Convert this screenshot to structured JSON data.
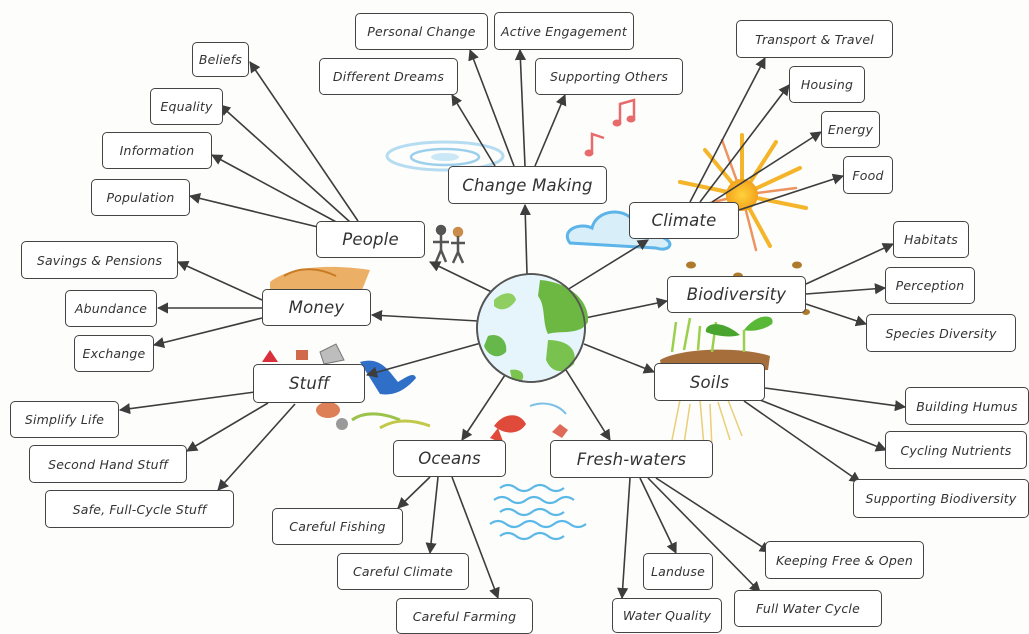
{
  "hub": {
    "label": "globe"
  },
  "branches": [
    {
      "key": "people",
      "label": "People",
      "children": [
        "Beliefs",
        "Equality",
        "Information",
        "Population"
      ]
    },
    {
      "key": "money",
      "label": "Money",
      "children": [
        "Savings & Pensions",
        "Abundance",
        "Exchange"
      ]
    },
    {
      "key": "stuff",
      "label": "Stuff",
      "children": [
        "Simplify Life",
        "Second Hand Stuff",
        "Safe, Full-Cycle Stuff"
      ]
    },
    {
      "key": "oceans",
      "label": "Oceans",
      "children": [
        "Careful Fishing",
        "Careful Climate",
        "Careful Farming"
      ]
    },
    {
      "key": "freshwaters",
      "label": "Fresh-waters",
      "children": [
        "Landuse",
        "Water Quality",
        "Keeping Free & Open",
        "Full Water Cycle"
      ]
    },
    {
      "key": "soils",
      "label": "Soils",
      "children": [
        "Building Humus",
        "Cycling Nutrients",
        "Supporting Biodiversity"
      ]
    },
    {
      "key": "biodiversity",
      "label": "Biodiversity",
      "children": [
        "Habitats",
        "Perception",
        "Species Diversity"
      ]
    },
    {
      "key": "climate",
      "label": "Climate",
      "children": [
        "Transport & Travel",
        "Housing",
        "Energy",
        "Food"
      ]
    },
    {
      "key": "changemaking",
      "label": "Change Making",
      "children": [
        "Personal Change",
        "Active Engagement",
        "Different Dreams",
        "Supporting Others"
      ]
    }
  ],
  "colors": {
    "box_border": "#444444",
    "arrow": "#3d3d3d",
    "ocean": "#3f8fd8",
    "land": "#5fae3a"
  }
}
